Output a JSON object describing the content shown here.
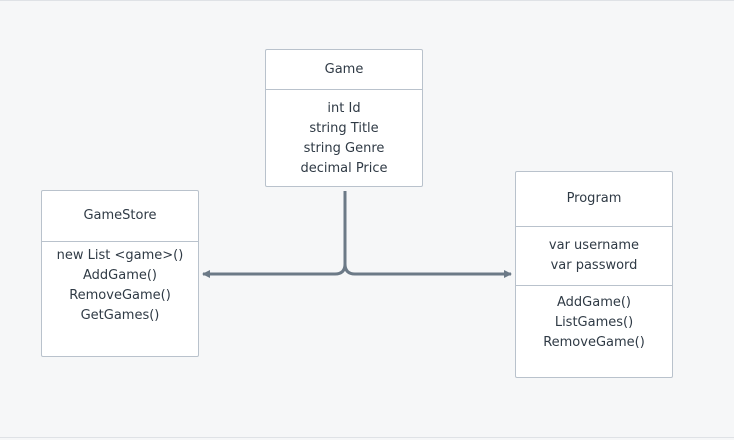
{
  "classes": {
    "game": {
      "name": "Game",
      "attributes": [
        "int Id",
        "string Title",
        "string Genre",
        "decimal Price"
      ]
    },
    "gamestore": {
      "name": "GameStore",
      "members": [
        "new List <game>()",
        "AddGame()",
        "RemoveGame()",
        "GetGames()"
      ]
    },
    "program": {
      "name": "Program",
      "attributes": [
        "var username",
        "var password"
      ],
      "methods": [
        "AddGame()",
        "ListGames()",
        "RemoveGame()"
      ]
    }
  },
  "colors": {
    "background": "#f6f7f8",
    "box_border": "#b9c2cc",
    "connector": "#6c7a87",
    "text": "#2f3a45"
  }
}
